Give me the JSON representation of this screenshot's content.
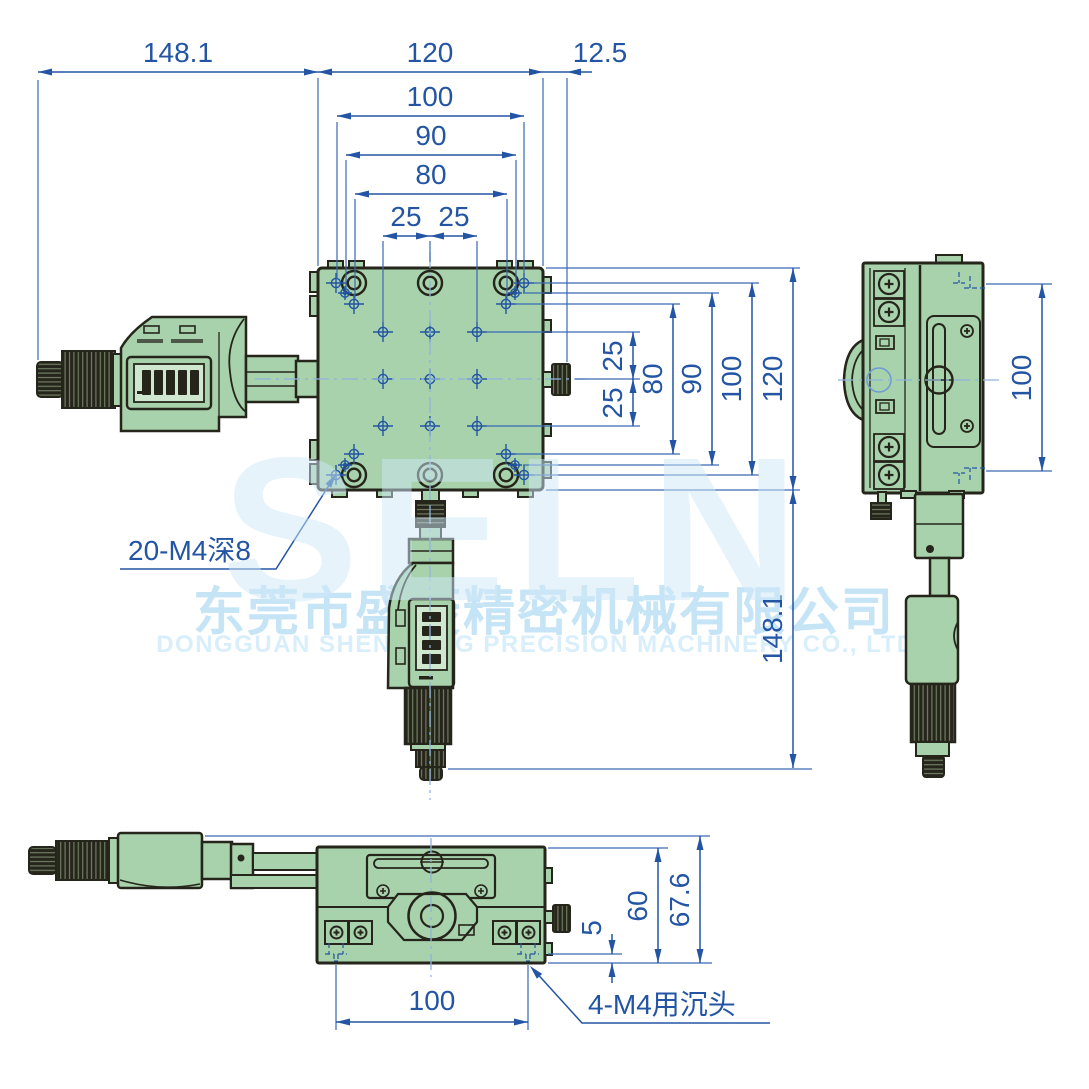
{
  "watermark": {
    "brand": "SELN",
    "company_cn": "东莞市盛菱精密机械有限公司",
    "company_en": "DONGGUAN SHENGLING PRECISION MACHINERY CO., LTD."
  },
  "notes": {
    "front_mount_holes": "20-M4深8",
    "base_mount_holes": "4-M4用沉头"
  },
  "dims": {
    "top": {
      "overall": "148.1",
      "stage": "120",
      "knob": "12.5",
      "row100": "100",
      "row90": "90",
      "row80": "80",
      "grid25_l": "25",
      "grid25_r": "25"
    },
    "right": {
      "grid25_t": "25",
      "grid25_b": "25",
      "col80": "80",
      "col90": "90",
      "col100": "100",
      "col120": "120",
      "overall": "148.1"
    },
    "side": {
      "height100": "100"
    },
    "bottom": {
      "span100": "100",
      "offset5": "5",
      "height60": "60",
      "height676": "67.6"
    }
  },
  "colors": {
    "body_green": "#a7d2ab",
    "outline": "#26251b",
    "dimension_blue": "#2355a4",
    "centerline_blue": "#8fb3de",
    "watermark_blue": "#cfe9f8"
  }
}
